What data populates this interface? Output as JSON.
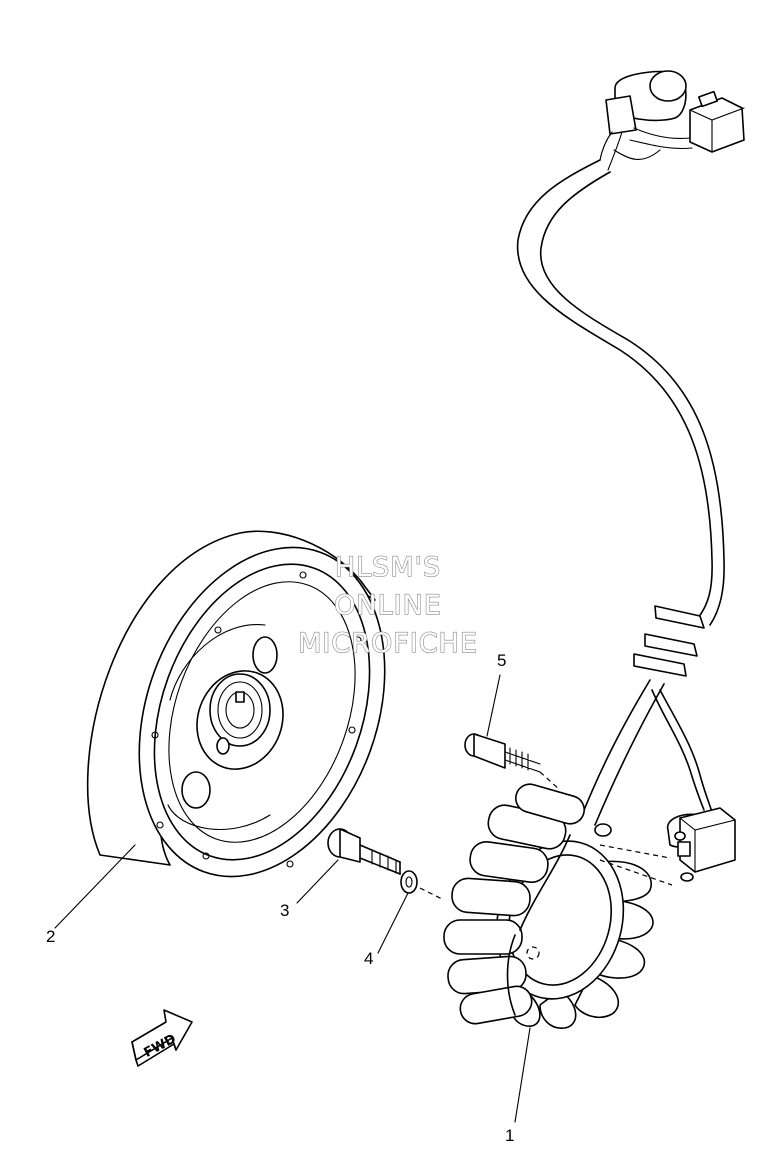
{
  "callouts": [
    {
      "id": "1",
      "label": "1"
    },
    {
      "id": "2",
      "label": "2"
    },
    {
      "id": "3",
      "label": "3"
    },
    {
      "id": "4",
      "label": "4"
    },
    {
      "id": "5",
      "label": "5"
    }
  ],
  "watermark": {
    "line1": "HLSM'S",
    "line2": "ONLINE",
    "line3": "MICROFICHE"
  },
  "direction_marker": {
    "label": "FWD"
  }
}
